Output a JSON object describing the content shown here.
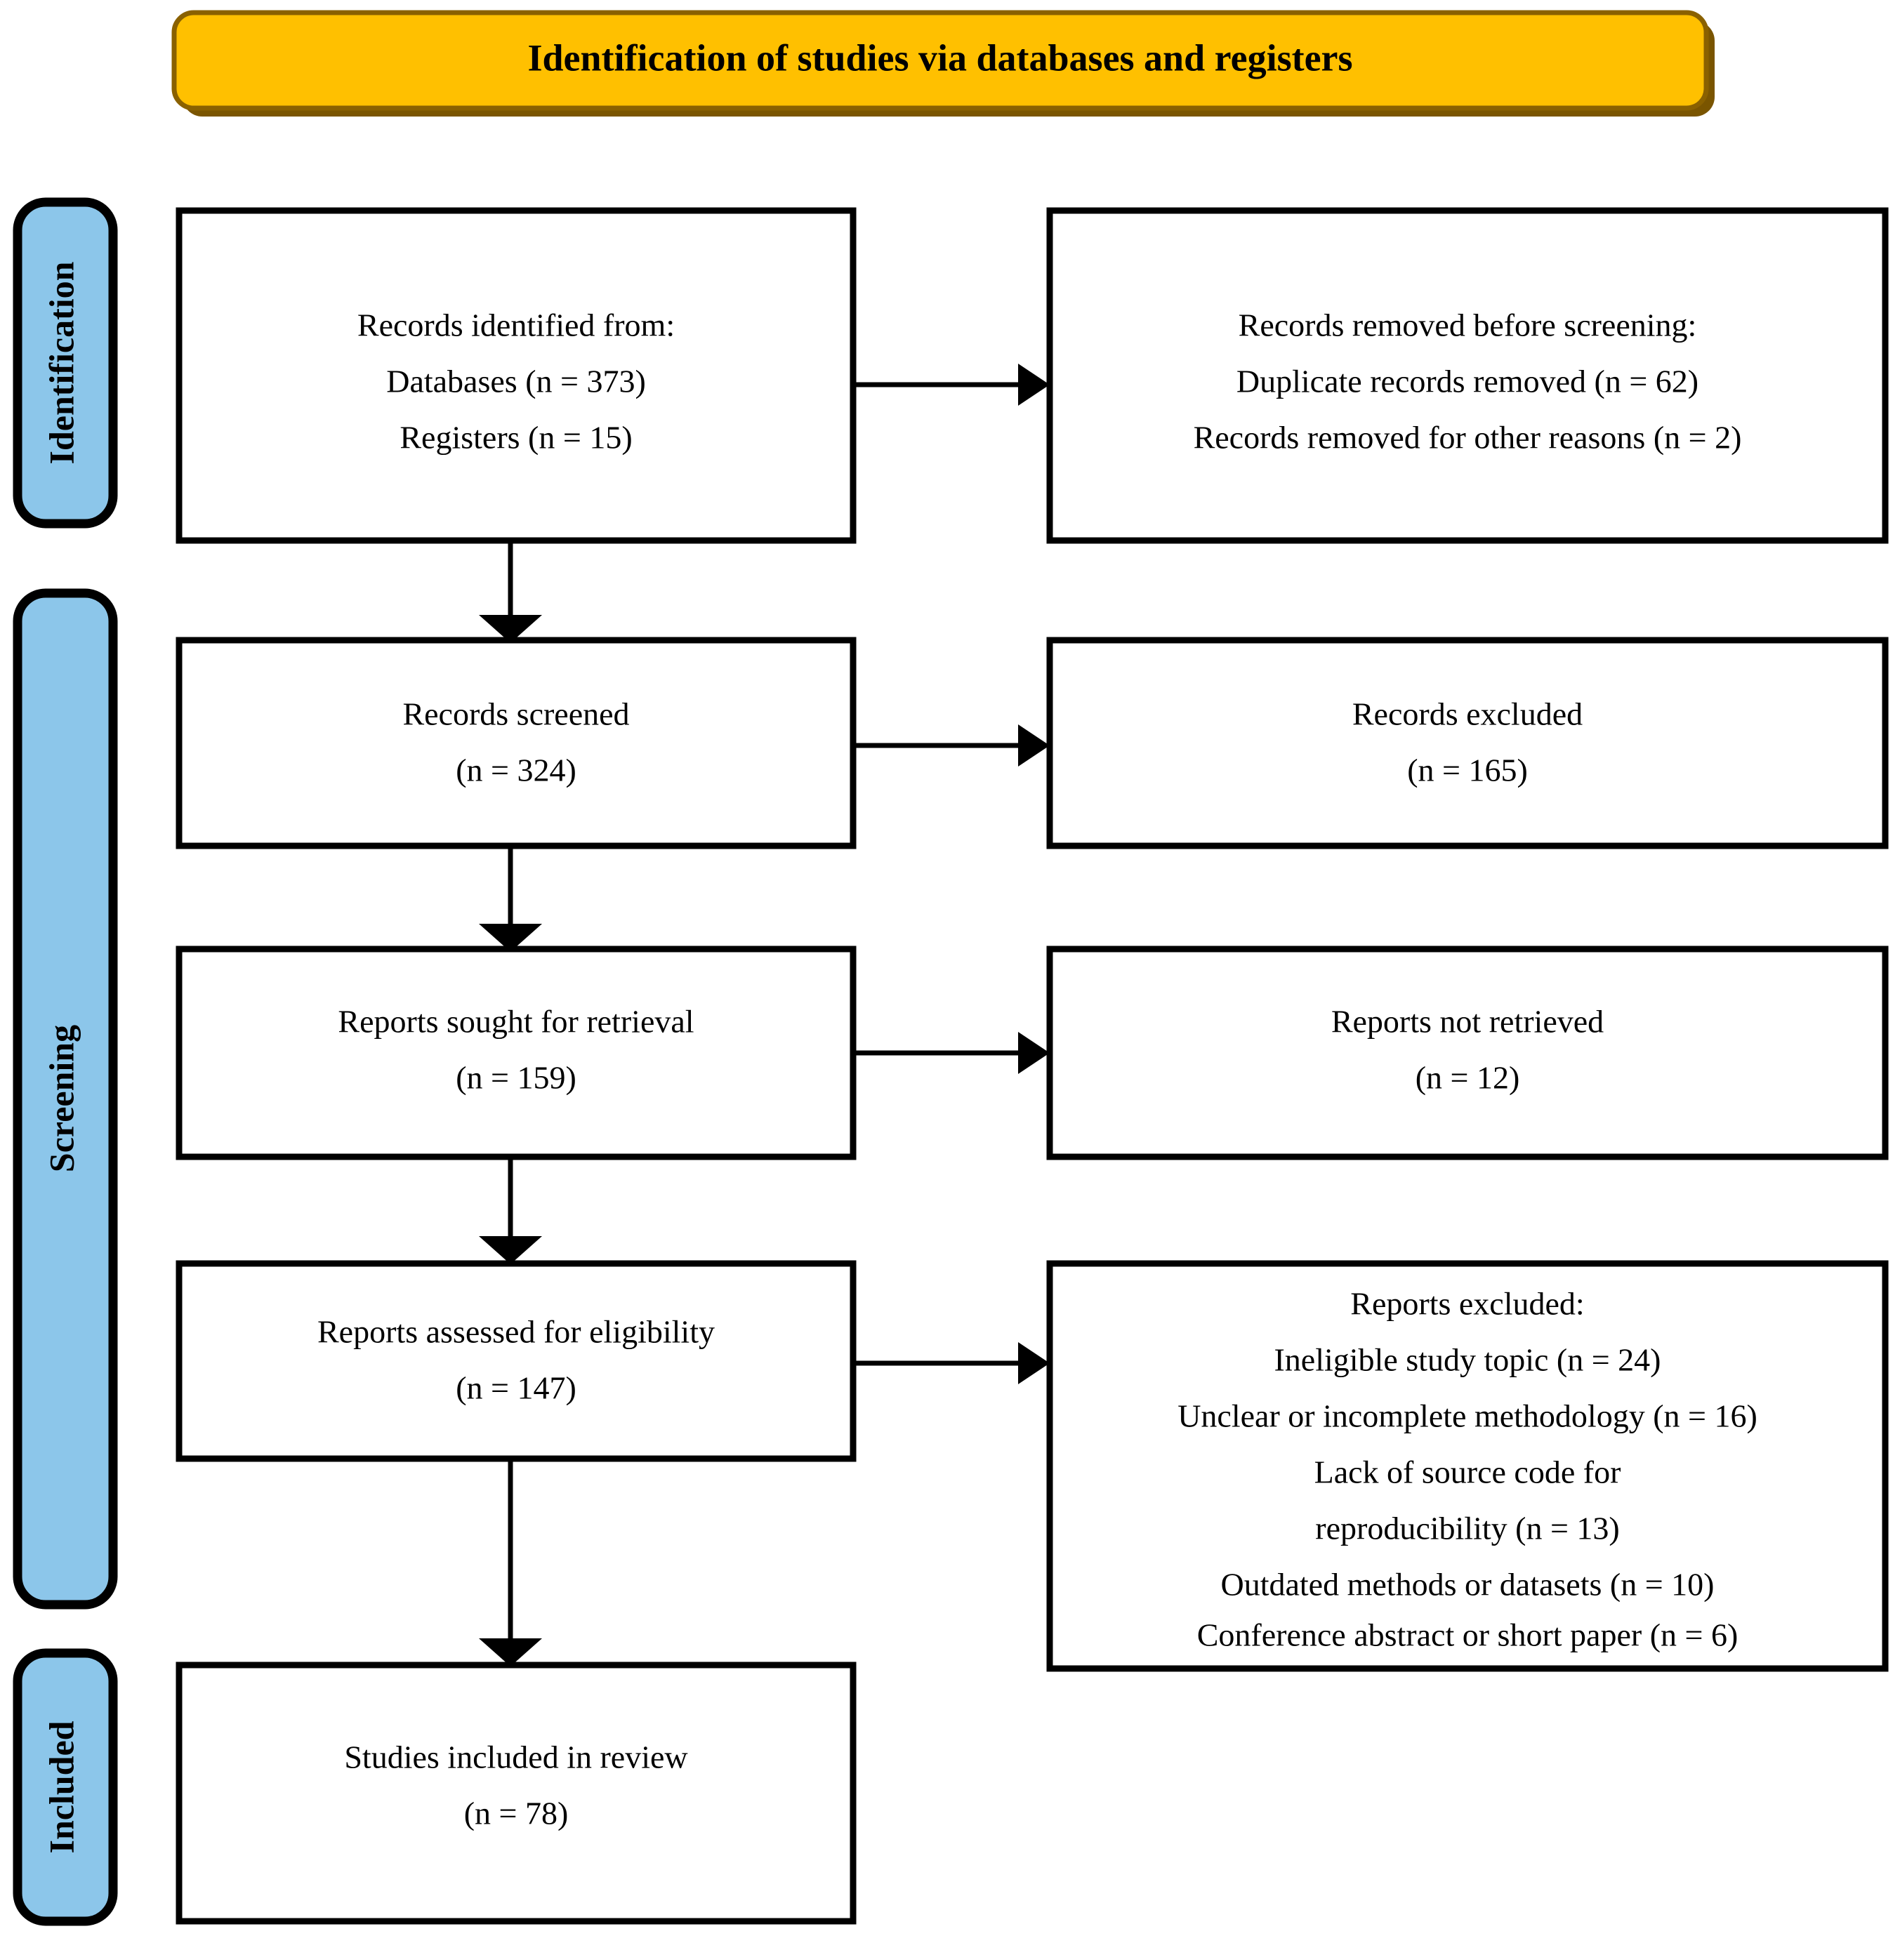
{
  "header": {
    "title": "Identification of studies via databases and registers",
    "bg_color": "#FFC000",
    "border_color": "#8a6100"
  },
  "stages": [
    {
      "label": "Identification",
      "bg_color": "#8CC6EA"
    },
    {
      "label": "Screening",
      "bg_color": "#8CC6EA"
    },
    {
      "label": "Included",
      "bg_color": "#8CC6EA"
    }
  ],
  "boxes": {
    "records_identified": {
      "lines": [
        "Records identified from:",
        "Databases (n = 373)",
        "Registers (n = 15)"
      ]
    },
    "records_removed": {
      "lines": [
        "Records removed before screening:",
        "Duplicate records removed  (n = 62)",
        "Records removed for other reasons (n = 2)"
      ]
    },
    "records_screened": {
      "lines": [
        "Records screened",
        "(n = 324)"
      ]
    },
    "records_excluded": {
      "lines": [
        "Records excluded",
        "(n = 165)"
      ]
    },
    "reports_sought": {
      "lines": [
        "Reports sought for retrieval",
        "(n = 159)"
      ]
    },
    "reports_not_retrieved": {
      "lines": [
        "Reports not retrieved",
        "(n = 12)"
      ]
    },
    "reports_assessed": {
      "lines": [
        "Reports assessed for eligibility",
        "(n = 147)"
      ]
    },
    "reports_excluded": {
      "lines": [
        "Reports excluded:",
        "Ineligible study topic (n = 24)",
        "Unclear or incomplete methodology (n = 16)",
        "Lack of source code for",
        "reproducibility (n = 13)",
        "Outdated methods or datasets (n = 10)",
        "Conference abstract or short paper (n = 6)"
      ]
    },
    "studies_included": {
      "lines": [
        "Studies included in review",
        "(n = 78)"
      ]
    }
  },
  "chart_data": {
    "type": "diagram",
    "title": "Identification of studies via databases and registers",
    "flow": [
      {
        "stage": "Identification",
        "node": "Records identified from: Databases",
        "n": 373
      },
      {
        "stage": "Identification",
        "node": "Records identified from: Registers",
        "n": 15
      },
      {
        "stage": "Identification",
        "node": "Duplicate records removed",
        "n": 62
      },
      {
        "stage": "Identification",
        "node": "Records removed for other reasons",
        "n": 2
      },
      {
        "stage": "Screening",
        "node": "Records screened",
        "n": 324
      },
      {
        "stage": "Screening",
        "node": "Records excluded",
        "n": 165
      },
      {
        "stage": "Screening",
        "node": "Reports sought for retrieval",
        "n": 159
      },
      {
        "stage": "Screening",
        "node": "Reports not retrieved",
        "n": 12
      },
      {
        "stage": "Screening",
        "node": "Reports assessed for eligibility",
        "n": 147
      },
      {
        "stage": "Screening",
        "node": "Reports excluded: Ineligible study topic",
        "n": 24
      },
      {
        "stage": "Screening",
        "node": "Reports excluded: Unclear or incomplete methodology",
        "n": 16
      },
      {
        "stage": "Screening",
        "node": "Reports excluded: Lack of source code for reproducibility",
        "n": 13
      },
      {
        "stage": "Screening",
        "node": "Reports excluded: Outdated methods or datasets",
        "n": 10
      },
      {
        "stage": "Screening",
        "node": "Reports excluded: Conference abstract or short paper",
        "n": 6
      },
      {
        "stage": "Included",
        "node": "Studies included in review",
        "n": 78
      }
    ]
  }
}
